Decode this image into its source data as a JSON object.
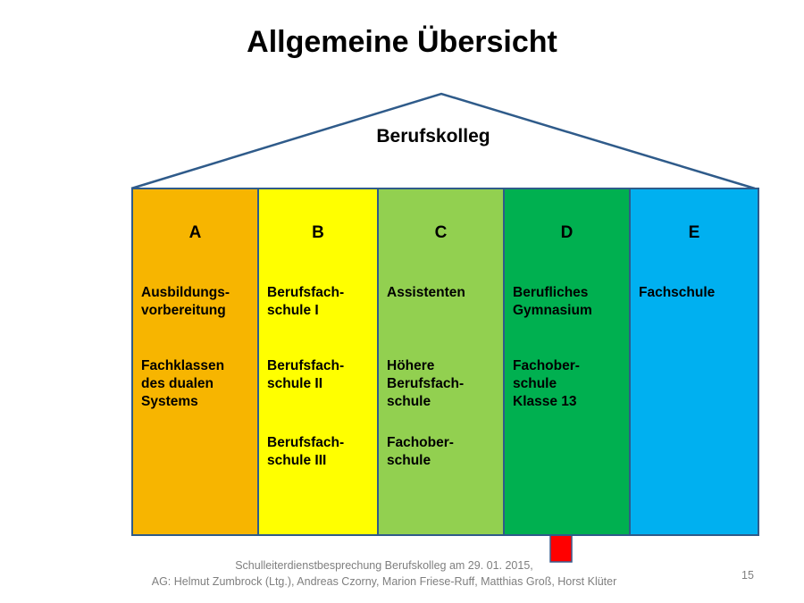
{
  "title": "Allgemeine Übersicht",
  "roof_label": "Berufskolleg",
  "columns": [
    {
      "letter": "A",
      "color": "#f7b500",
      "entries": [
        "Ausbildungs-\nvorbereitung",
        "Fachklassen\ndes dualen\nSystems"
      ]
    },
    {
      "letter": "B",
      "color": "#ffff00",
      "entries": [
        "Berufsfach-\nschule I",
        "Berufsfach-\nschule II",
        "Berufsfach-\nschule III"
      ]
    },
    {
      "letter": "C",
      "color": "#92d050",
      "entries": [
        "Assistenten",
        "Höhere\nBerufsfach-\nschule",
        "Fachober-\nschule"
      ]
    },
    {
      "letter": "D",
      "color": "#00b050",
      "entries": [
        "Berufliches\nGymnasium",
        "Fachober-\nschule\nKlasse 13"
      ]
    },
    {
      "letter": "E",
      "color": "#00b0f0",
      "entries": [
        "Fachschule"
      ]
    }
  ],
  "arrow_color": "#ff0000",
  "footer": {
    "line1": "Schulleiterdienstbesprechung Berufskolleg am 29. 01. 2015,",
    "line2": "AG: Helmut Zumbrock (Ltg.), Andreas Czorny, Marion Friese-Ruff, Matthias Groß, Horst Klüter"
  },
  "page_number": "15"
}
